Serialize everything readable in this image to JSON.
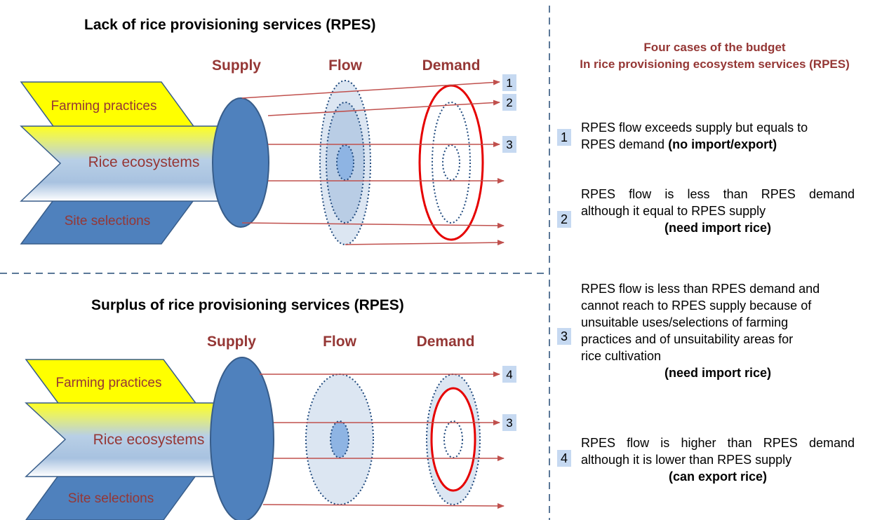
{
  "top": {
    "title": "Lack of rice provisioning services (RPES)",
    "headers": {
      "supply": "Supply",
      "flow": "Flow",
      "demand": "Demand"
    },
    "blocks": {
      "farming": "Farming practices",
      "rice": "Rice ecosystems",
      "site": "Site selections"
    },
    "markers": [
      "1",
      "2",
      "3"
    ]
  },
  "bottom": {
    "title": "Surplus of rice provisioning services (RPES)",
    "headers": {
      "supply": "Supply",
      "flow": "Flow",
      "demand": "Demand"
    },
    "blocks": {
      "farming": "Farming practices",
      "rice": "Rice ecosystems",
      "site": "Site selections"
    },
    "markers": [
      "4",
      "3"
    ]
  },
  "legend": {
    "title_line1": "Four cases of the budget",
    "title_line2": "In rice provisioning ecosystem services (RPES)",
    "cases": [
      {
        "num": "1",
        "line1": "RPES flow exceeds supply but equals to",
        "line2": "RPES demand ",
        "line2_bold": "(no import/export)"
      },
      {
        "num": "2",
        "line1": "RPES flow is less than RPES demand",
        "line2": "although it equal to RPES supply",
        "note": "(need import rice)"
      },
      {
        "num": "3",
        "line1": "RPES flow is less than RPES demand and",
        "line2": "cannot reach to RPES supply because of",
        "line3": "unsuitable uses/selections of farming",
        "line4": "practices and of unsuitability areas for",
        "line5": "rice cultivation",
        "note": "(need import rice)"
      },
      {
        "num": "4",
        "line1": "RPES flow is higher than RPES demand",
        "line2": "although it is lower than RPES supply",
        "note": "(can export rice)"
      }
    ]
  },
  "colors": {
    "accent_text": "#953735",
    "arrow": "#c0504d",
    "demand_ring": "#e60000",
    "supply_disc": "#4f81bd",
    "flow_fill": "#dce6f2",
    "farming_fill": "#ffff00",
    "site_fill": "#4f81bd",
    "divider": "#5b7898",
    "marker_fill": "#c6d9f1"
  }
}
